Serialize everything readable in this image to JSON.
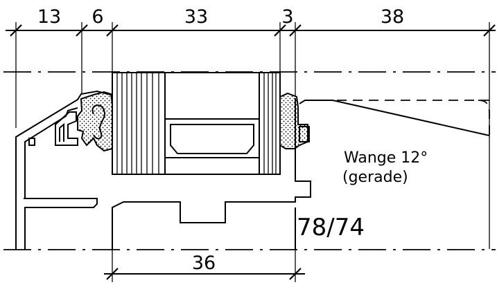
{
  "dimensions": {
    "top": [
      "13",
      "6",
      "33",
      "3",
      "38"
    ],
    "bottom": "36"
  },
  "labels": {
    "cheek_line1": "Wange 12°",
    "cheek_line2": "(gerade)",
    "size": "78/74"
  }
}
